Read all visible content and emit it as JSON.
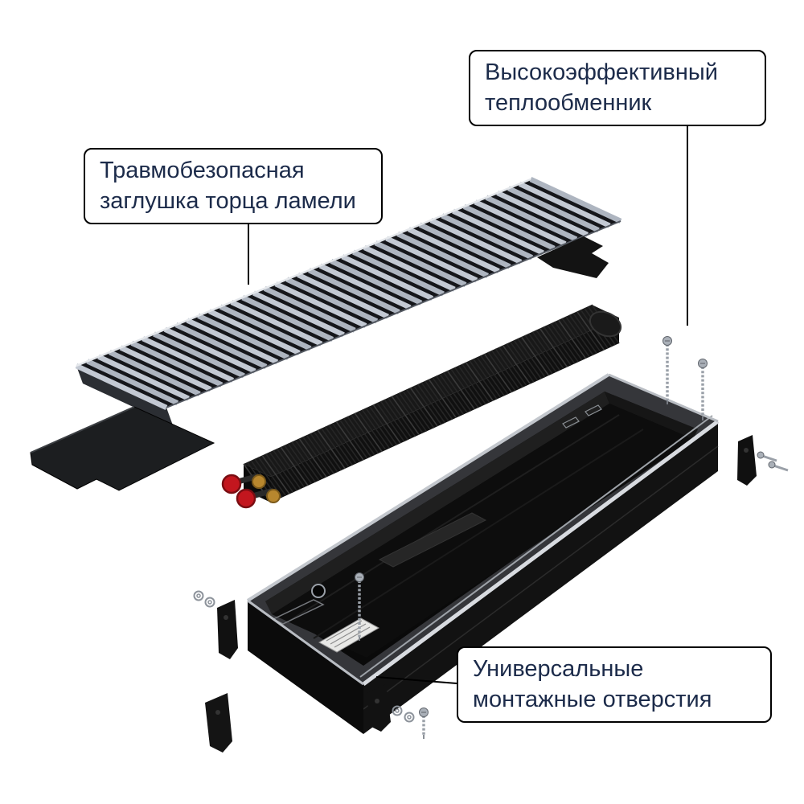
{
  "callouts": {
    "heat_exchanger": {
      "line1": "Высокоэффективный",
      "line2": "теплообменник"
    },
    "end_cap": {
      "line1": "Травмобезопасная",
      "line2": "заглушка торца ламели"
    },
    "mounting_holes": {
      "line1": "Универсальные",
      "line2": "монтажные отверстия"
    }
  },
  "colors": {
    "background": "#ffffff",
    "label_text": "#1c2b4a",
    "label_border": "#000000",
    "leader_line": "#000000",
    "grille_metal": "#bcc2cc",
    "part_black": "#141414",
    "trim_silver": "#d8dbe0",
    "valve_red": "#c3161e",
    "valve_brass": "#b8872e"
  }
}
